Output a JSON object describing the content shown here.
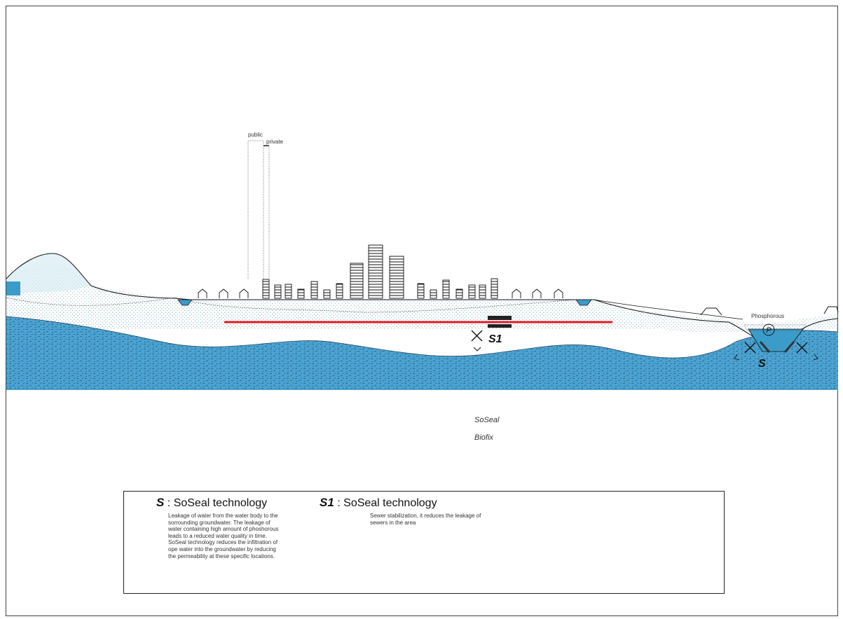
{
  "diagram": {
    "labels": {
      "public": "public",
      "private": "private",
      "phosphorous": "Phosphorous",
      "phosphorous_symbol": "P",
      "marker_s": "S",
      "marker_s1": "S1"
    },
    "technologies": [
      "SoSeal",
      "Biofix"
    ],
    "colors": {
      "water": "#3b9cc9",
      "groundwater": "#4aa3d2",
      "sewer_line": "#e01b24",
      "outline": "#111111"
    }
  },
  "legend": {
    "items": [
      {
        "key": "S",
        "title": "SoSeal technology",
        "description": "Leakage of water from the water body to the sorrounding groundwater. The leakage of water containing high amount of phoshorous leads to a reduced water quality in time. SoSeal technology reduces the infiltration of ope water into the groundwater by reducing the permeability at these specific locations."
      },
      {
        "key": "S1",
        "title": "SoSeal technology",
        "description": "Sewer stabilization, it reduces the leakage of sewers in the area"
      }
    ]
  }
}
